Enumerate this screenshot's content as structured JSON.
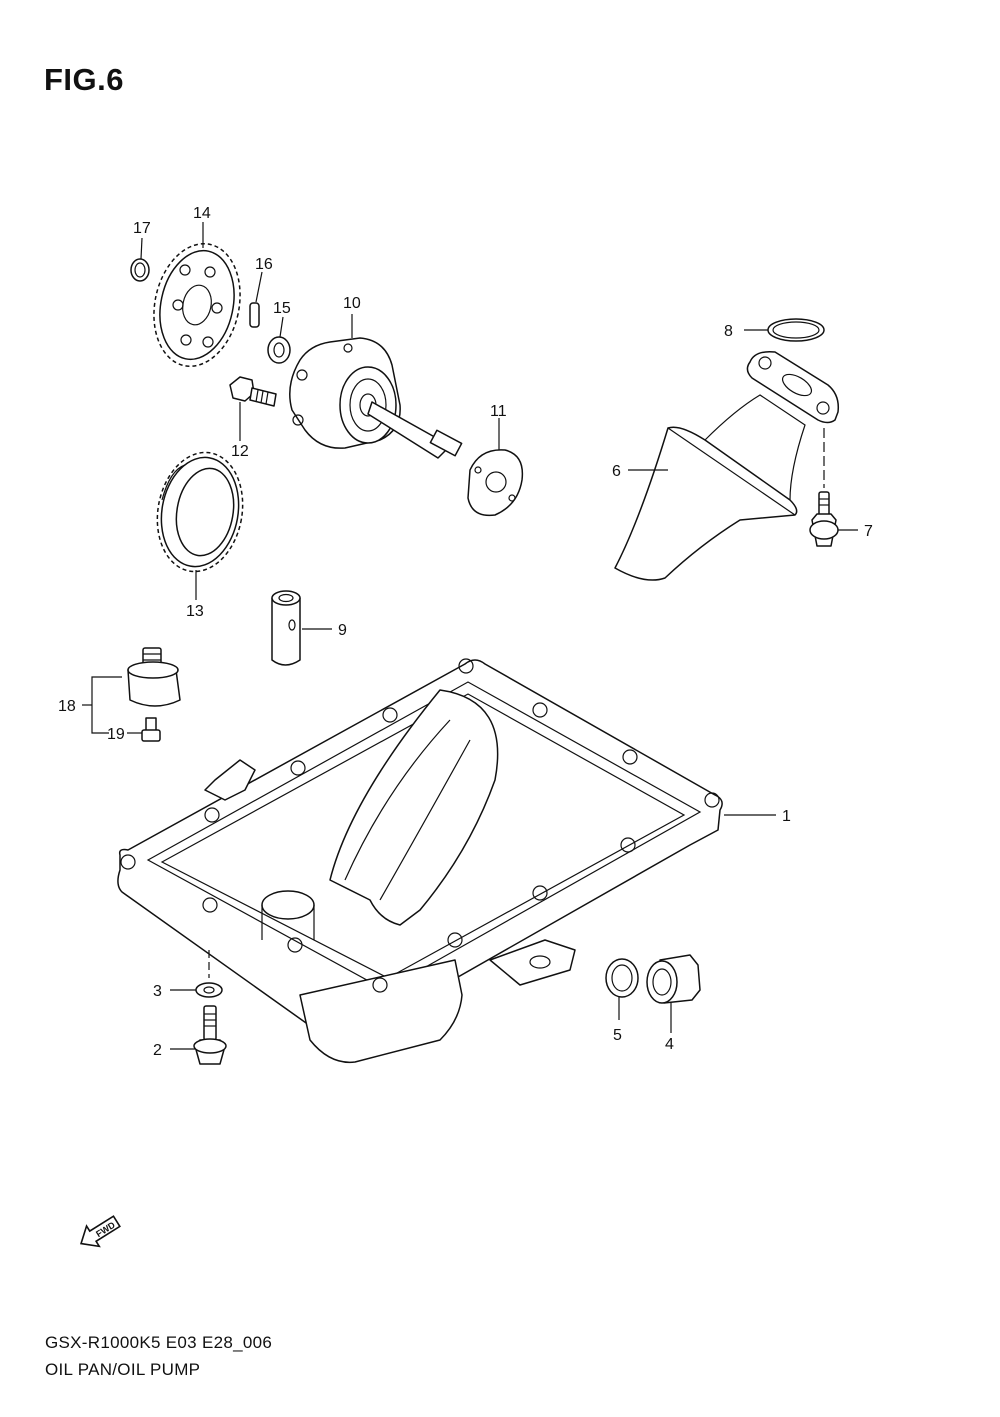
{
  "figure": {
    "title": "FIG.6",
    "model_code": "GSX-R1000K5 E03 E28_006",
    "name": "OIL PAN/OIL PUMP",
    "fwd_label": "FWD"
  },
  "callouts": [
    {
      "key": "c1",
      "number": "1"
    },
    {
      "key": "c2",
      "number": "2"
    },
    {
      "key": "c3",
      "number": "3"
    },
    {
      "key": "c4",
      "number": "4"
    },
    {
      "key": "c5",
      "number": "5"
    },
    {
      "key": "c6",
      "number": "6"
    },
    {
      "key": "c7",
      "number": "7"
    },
    {
      "key": "c8",
      "number": "8"
    },
    {
      "key": "c9",
      "number": "9"
    },
    {
      "key": "c10",
      "number": "10"
    },
    {
      "key": "c11",
      "number": "11"
    },
    {
      "key": "c12",
      "number": "12"
    },
    {
      "key": "c13",
      "number": "13"
    },
    {
      "key": "c14",
      "number": "14"
    },
    {
      "key": "c15",
      "number": "15"
    },
    {
      "key": "c16",
      "number": "16"
    },
    {
      "key": "c17",
      "number": "17"
    },
    {
      "key": "c18",
      "number": "18"
    },
    {
      "key": "c19",
      "number": "19"
    }
  ]
}
